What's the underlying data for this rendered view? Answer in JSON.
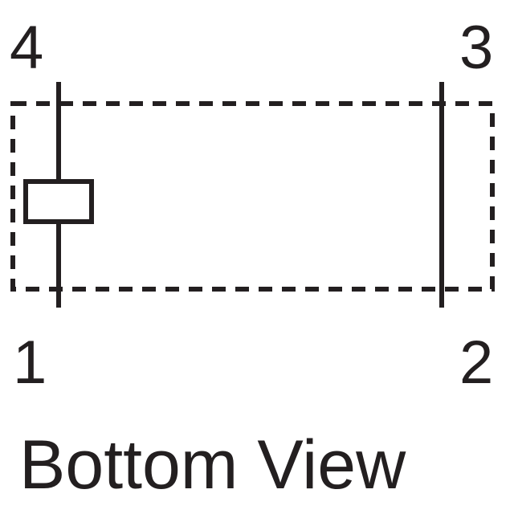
{
  "diagram": {
    "pins": {
      "pin1": "1",
      "pin2": "2",
      "pin3": "3",
      "pin4": "4"
    },
    "caption": "Bottom View",
    "colors": {
      "ink": "#231f20",
      "background": "#ffffff"
    }
  }
}
